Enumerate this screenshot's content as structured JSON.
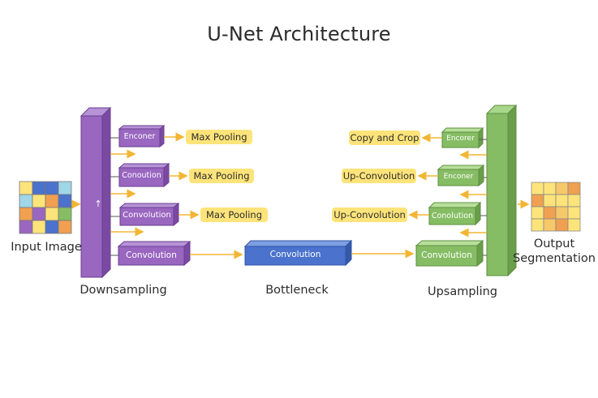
{
  "title": "U-Net Architecture",
  "labels": {
    "input_image": "Input Image",
    "output": "Output\nSegmentation",
    "downsampling": "Downsampling",
    "bottleneck": "Bottleneck",
    "upsampling": "Upsampling"
  },
  "encoder_blocks": [
    "Enconer",
    "Conoution",
    "Convolution",
    "Convolution"
  ],
  "encoder_tags": [
    "Max Pooling",
    "Max Pooling",
    "Max Pooling"
  ],
  "bottleneck_block": "Convolution",
  "decoder_blocks": [
    "Encorer",
    "Enconer",
    "Conolution",
    "Convolution"
  ],
  "decoder_tags": [
    "Copy and Crop",
    "Up-Convolution",
    "Up-Convolution"
  ],
  "colors": {
    "encoder": "#9966c0",
    "encoder_dark": "#7a4aa3",
    "bottleneck": "#4b72cc",
    "decoder": "#86bd64",
    "decoder_dark": "#6a9e4b",
    "arrow": "#f2b634",
    "tag": "#fde47a"
  }
}
